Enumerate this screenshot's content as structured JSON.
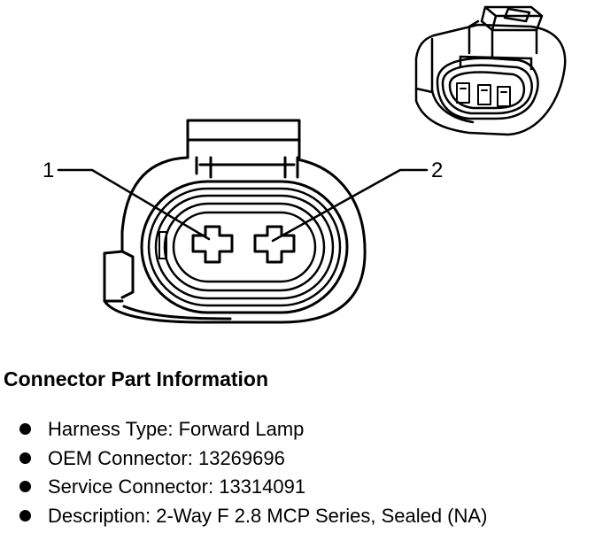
{
  "callouts": [
    "1",
    "2"
  ],
  "section_title": "Connector Part Information",
  "info_items": [
    {
      "label": "Harness Type",
      "value": "Forward Lamp"
    },
    {
      "label": "OEM Connector",
      "value": "13269696"
    },
    {
      "label": "Service Connector",
      "value": "13314091"
    },
    {
      "label": "Description",
      "value": "2-Way F 2.8 MCP Series, Sealed (NA)"
    }
  ]
}
